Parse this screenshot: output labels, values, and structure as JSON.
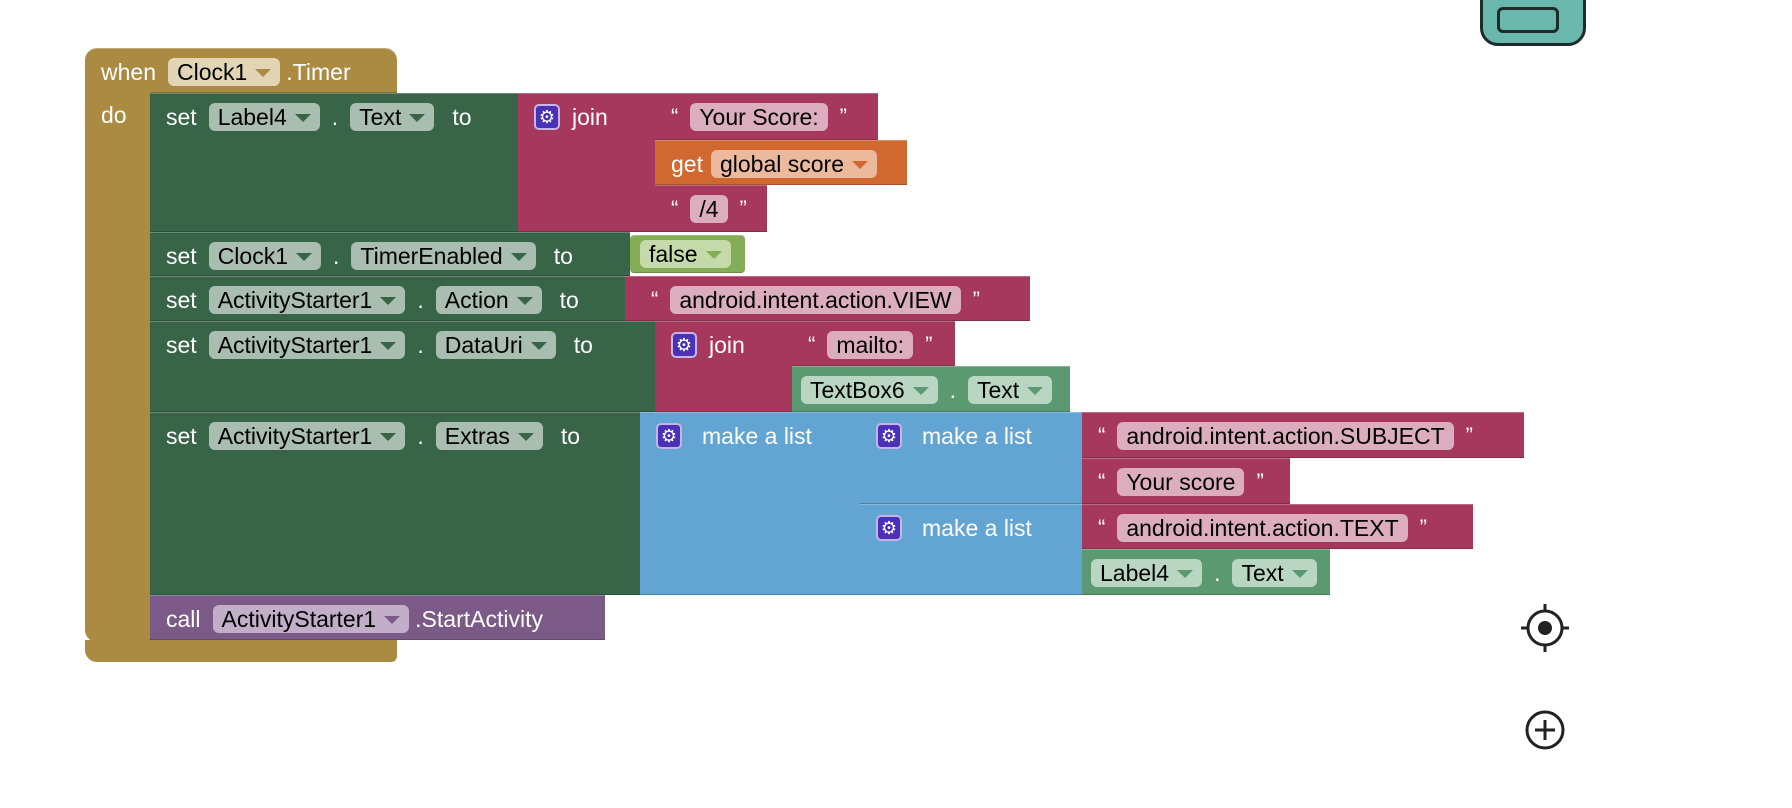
{
  "event": {
    "when": "when",
    "component": "Clock1",
    "event": ".Timer",
    "do": "do"
  },
  "row1": {
    "set": "set",
    "component": "Label4",
    "dot": ".",
    "property": "Text",
    "to": "to",
    "join": "join",
    "str1": "Your Score:",
    "get": "get",
    "var": "global score",
    "str2": "/4"
  },
  "row2": {
    "set": "set",
    "component": "Clock1",
    "dot": ".",
    "property": "TimerEnabled",
    "to": "to",
    "value": "false"
  },
  "row3": {
    "set": "set",
    "component": "ActivityStarter1",
    "dot": ".",
    "property": "Action",
    "to": "to",
    "value": "android.intent.action.VIEW"
  },
  "row4": {
    "set": "set",
    "component": "ActivityStarter1",
    "dot": ".",
    "property": "DataUri",
    "to": "to",
    "join": "join",
    "str1": "mailto:",
    "comp": "TextBox6",
    "dot2": ".",
    "prop2": "Text"
  },
  "row5": {
    "set": "set",
    "component": "ActivityStarter1",
    "dot": ".",
    "property": "Extras",
    "to": "to",
    "make_list": "make a list",
    "str1": "android.intent.action.SUBJECT",
    "str2": "Your score",
    "str3": "android.intent.action.TEXT",
    "comp": "Label4",
    "dot2": ".",
    "prop2": "Text"
  },
  "call": {
    "call": "call",
    "component": "ActivityStarter1",
    "method": ".StartActivity"
  },
  "quotes": {
    "open": "“",
    "close": "”"
  }
}
